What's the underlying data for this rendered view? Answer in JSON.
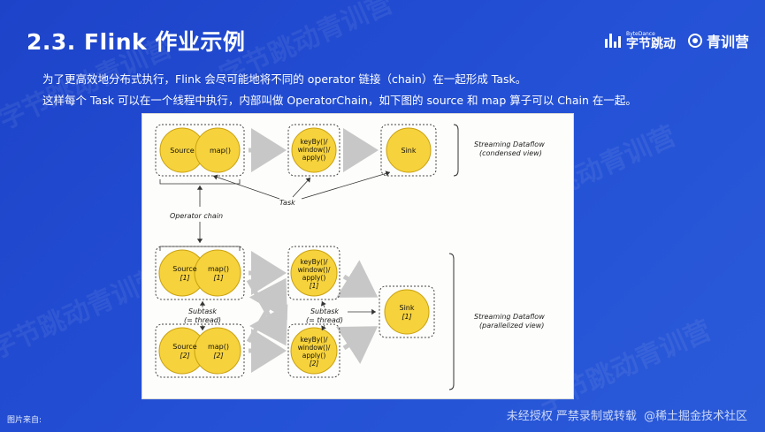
{
  "slide": {
    "title": "2.3. Flink 作业示例",
    "intro_line1": "为了更高效地分布式执行，Flink 会尽可能地将不同的 operator 链接（chain）在一起形成 Task。",
    "intro_line2": "这样每个 Task 可以在一个线程中执行，内部叫做 OperatorChain，如下图的 source 和 map 算子可以 Chain 在一起。"
  },
  "logos": {
    "bytedance_small": "ByteDance",
    "bytedance_main": "字节跳动",
    "camp": "青训营"
  },
  "watermark": "字节跳动青训营",
  "diagram": {
    "source": "Source",
    "map": "map()",
    "keyby_line1": "keyBy()/",
    "keyby_line2": "window()/",
    "keyby_line3": "apply()",
    "sink": "Sink",
    "condensed_line1": "Streaming Dataflow",
    "condensed_line2": "(condensed view)",
    "task": "Task",
    "operator_chain": "Operator chain",
    "idx1": "[1]",
    "idx2": "[2]",
    "subtask_line1": "Subtask",
    "subtask_line2": "(= thread)",
    "parallel_line1": "Streaming Dataflow",
    "parallel_line2": "(parallelized view)"
  },
  "footer": {
    "source_label": "图片来自:",
    "copyright": "未经授权 严禁录制或转载",
    "community": "@稀土掘金技术社区"
  },
  "colors": {
    "background": "#2451d6",
    "node_fill": "#f6d23c",
    "node_stroke": "#c9a10f",
    "arrow_gray": "#c7c7c7"
  }
}
